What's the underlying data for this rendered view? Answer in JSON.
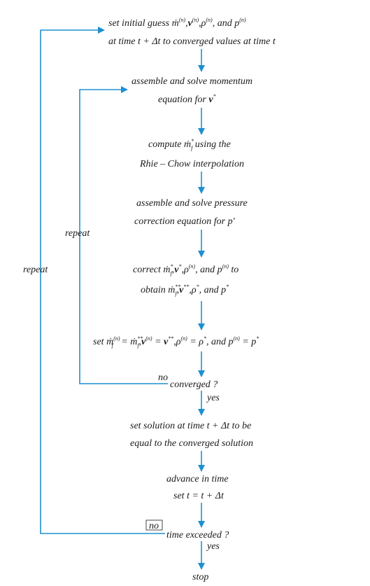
{
  "colors": {
    "arrow": "#1f8fd0",
    "text": "#1a1a1a",
    "background": "#ffffff"
  },
  "steps": {
    "s1_l1_a": "set initial guess ",
    "s1_l1_b": ", and ",
    "s1_l2": "at time t + Δt to converged values at time t",
    "s2_l1": "assemble and solve momentum",
    "s2_l2": "equation for ",
    "s3_l1_a": "compute ",
    "s3_l1_b": " using the",
    "s3_l2": "Rhie – Chow interpolation",
    "s4_l1": "assemble and solve pressure",
    "s4_l2": "correction equation for p′",
    "s5_l1_a": "correct ",
    "s5_l1_b": ", and ",
    "s5_l1_c": " to",
    "s5_l2_a": "obtain ",
    "s5_l2_b": ", and ",
    "s6_a": "set ",
    "s6_b": ", and ",
    "d1": "converged ?",
    "s7_l1": "set solution at time t + Δt to be",
    "s7_l2": "equal to the converged solution",
    "s8_l1": "advance in time",
    "s8_l2": "set t = t + Δt",
    "d2": "time exceeded ?",
    "end": "stop"
  },
  "labels": {
    "repeat_inner": "repeat",
    "repeat_outer": "repeat",
    "no_1": "no",
    "yes_1": "yes",
    "no_2": "no",
    "yes_2": "yes"
  }
}
